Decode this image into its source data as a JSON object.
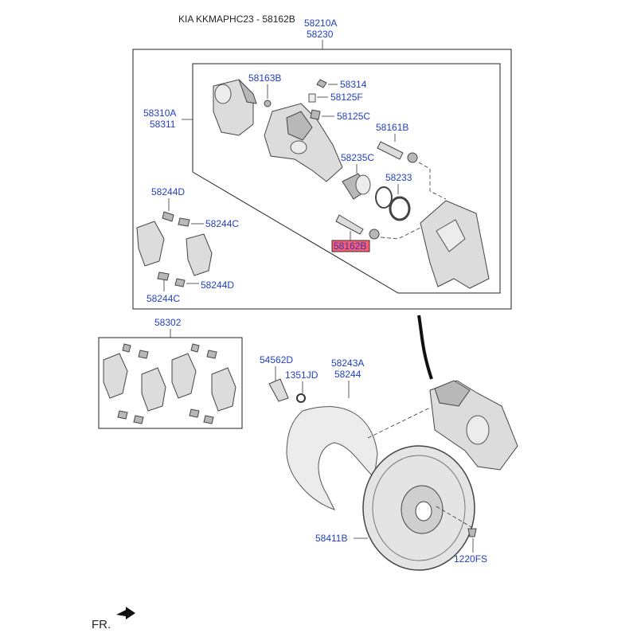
{
  "header": {
    "title": "KIA KKMAPHC23 - 58162B"
  },
  "labels": {
    "caliper_assy_lh": "58210A",
    "caliper_assy_rh": "58230",
    "caliper_body_lh": "58310A",
    "caliper_body_rh": "58311",
    "bleeder_cap": "58163B",
    "bleeder_screw": "58314",
    "bleeder_cap2": "58125F",
    "bleeder_screw2": "58125C",
    "guide_rod_bolt": "58161B",
    "piston": "58235C",
    "piston_seal": "58233",
    "guide_rod_bolt_sel": "58162B",
    "pad_spring_d1": "58244D",
    "pad_spring_c1": "58244C",
    "pad_spring_d2": "58244D",
    "pad_spring_c2": "58244C",
    "pad_kit": "58302",
    "bolt_54562": "54562D",
    "washer": "1351JD",
    "dust_cover_lh": "58243A",
    "dust_cover_rh": "58244",
    "disc": "58411B",
    "screw": "1220FS",
    "front_marker": "FR."
  },
  "highlight": {
    "part": "58162B",
    "color": "#ff5a6e"
  },
  "colors": {
    "label": "#1f3fc4",
    "line": "#333333"
  }
}
